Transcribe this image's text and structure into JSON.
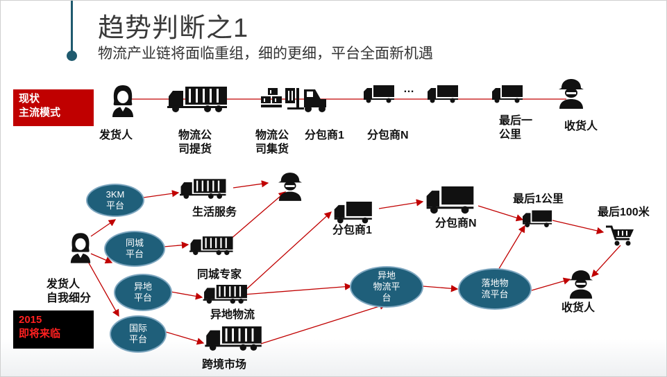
{
  "title": "趋势判断之1",
  "subtitle": "物流产业链将面临重组，细的更细，平台全面新机遇",
  "current": {
    "badge": [
      "现状",
      "主流模式"
    ],
    "nodes": {
      "shipper": "发货人",
      "pickup": [
        "物流公",
        "司提货"
      ],
      "consolidate": [
        "物流公",
        "司集货"
      ],
      "sub1": "分包商1",
      "subN": "分包商N",
      "ellipsis": "…",
      "last_mile": [
        "最后一",
        "公里"
      ],
      "receiver": "收货人"
    }
  },
  "future": {
    "badge": [
      "2015",
      "即将来临"
    ],
    "shipper": [
      "发货人",
      "自我细分"
    ],
    "platforms": {
      "p3km": [
        "3KM",
        "平台"
      ],
      "city": [
        "同城",
        "平台"
      ],
      "remote": [
        "异地",
        "平台"
      ],
      "intl": [
        "国际",
        "平台"
      ],
      "remote_logistics": [
        "异地",
        "物流平",
        "台"
      ],
      "landing": [
        "落地物",
        "流平台"
      ]
    },
    "services": {
      "life": "生活服务",
      "city_expert": "同城专家",
      "remote_logistics": "异地物流",
      "cross_border": "跨境市场",
      "sub1": "分包商1",
      "subN": "分包商N",
      "last_1km": "最后1公里",
      "last_100m": "最后100米",
      "receiver": "收货人"
    }
  },
  "colors": {
    "accent": "#c00000",
    "oval": "#1f5f7a",
    "arrow": "#c00000",
    "deco": "#1f5a6e"
  }
}
